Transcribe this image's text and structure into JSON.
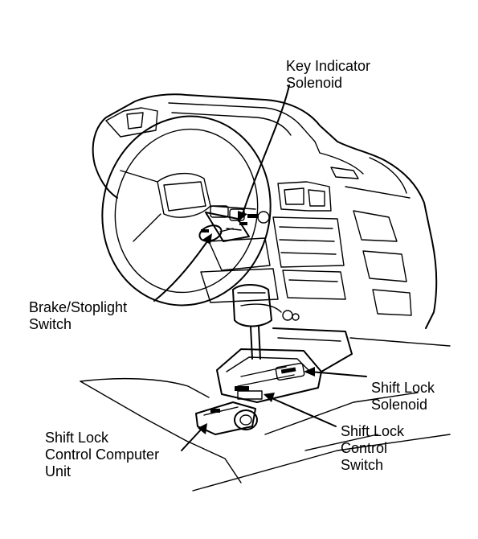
{
  "labels": {
    "key_indicator_solenoid": [
      "Key Indicator",
      "Solenoid"
    ],
    "brake_stoplight_switch": [
      "Brake/Stoplight",
      "Switch"
    ],
    "shift_lock_solenoid": [
      "Shift Lock",
      "Solenoid"
    ],
    "shift_lock_control_switch": [
      "Shift Lock",
      "Control",
      "Switch"
    ],
    "shift_lock_control_computer_unit": [
      "Shift Lock",
      "Control Computer",
      "Unit"
    ]
  }
}
